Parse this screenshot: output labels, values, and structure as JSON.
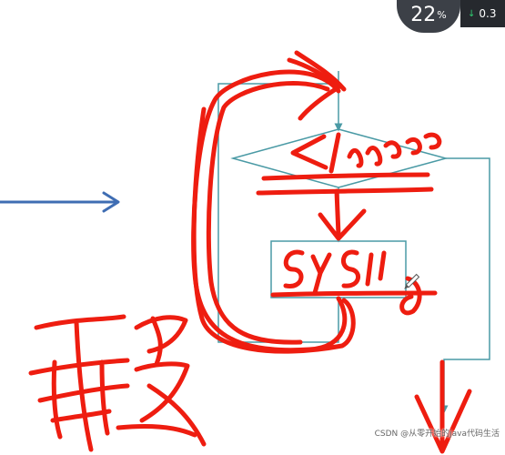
{
  "overlay": {
    "percent_value": "22",
    "percent_symbol": "%",
    "network_arrow": "↓",
    "network_value": "0.3"
  },
  "watermark": "CSDN @从零开始的java代码生活",
  "colors": {
    "flow_lines": "#4a9aa5",
    "annotation": "#ee1d10",
    "arrow": "#3f6db3"
  },
  "icons": [
    "pen-cursor-icon",
    "download-arrow-icon"
  ]
}
